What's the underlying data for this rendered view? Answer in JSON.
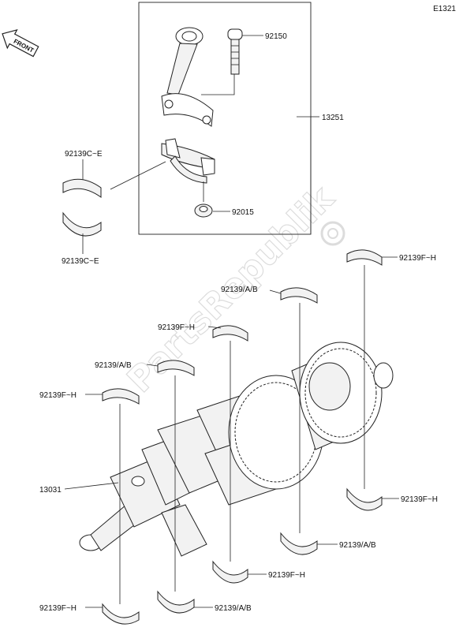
{
  "diagram_code": "E1321",
  "front_label": "FRONT",
  "watermark_text": "PartsRepublik",
  "labels": {
    "bolt": "92150",
    "conrod_assy": "13251",
    "nut": "92015",
    "rod_bearing_upper": "92139C~E",
    "rod_bearing_lower": "92139C~E",
    "crankshaft": "13031",
    "bearing_fh_r1": "92139F~H",
    "bearing_ab_r1": "92139/A/B",
    "bearing_fh_r2": "92139F~H",
    "bearing_ab_r2": "92139/A/B",
    "bearing_fh_r3": "92139F~H",
    "bearing_fh_r4": "92139F~H",
    "bearing_ab_r4": "92139/A/B",
    "bearing_fh_r5": "92139F~H",
    "bearing_ab_r5": "92139/A/B",
    "bearing_fh_r6": "92139F~H"
  }
}
